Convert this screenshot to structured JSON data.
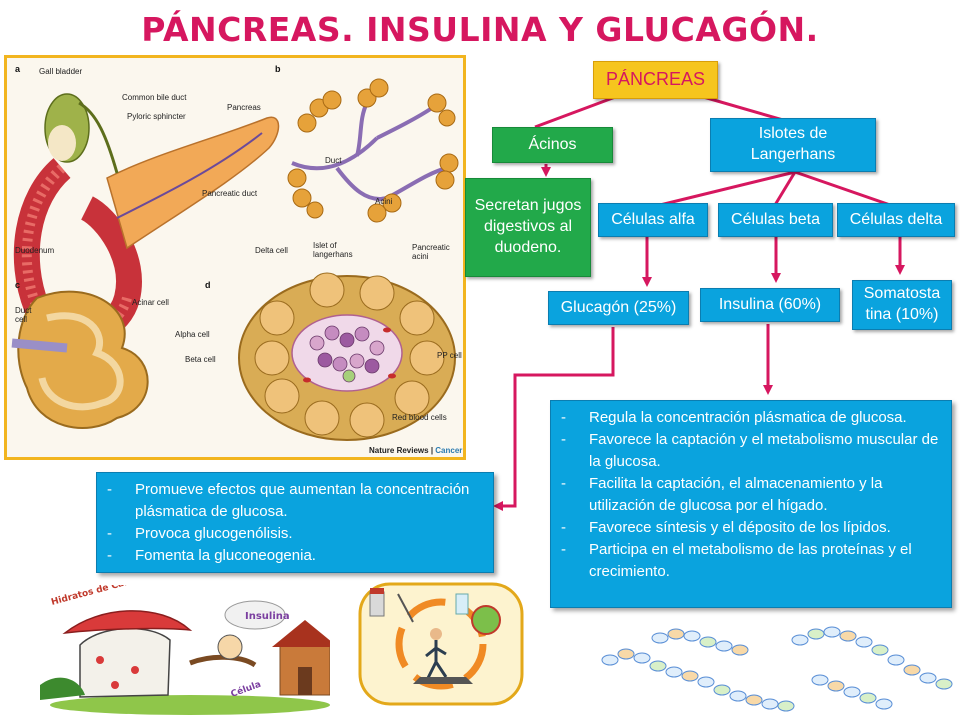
{
  "title": "PÁNCREAS. INSULINA Y GLUCAGÓN.",
  "colors": {
    "title": "#d6175f",
    "box_blue": "#0aa3de",
    "box_green": "#22a94a",
    "box_yellow": "#f6c51e",
    "arrow": "#d6175f"
  },
  "anatomy": {
    "panel_labels": [
      "a",
      "b",
      "c",
      "d"
    ],
    "labels": {
      "gall_bladder": "Gall bladder",
      "common_bile_duct": "Common bile duct",
      "pyloric_sphincter": "Pyloric sphincter",
      "pancreas": "Pancreas",
      "pancreatic_duct": "Pancreatic duct",
      "duodenum": "Duodenum",
      "duct": "Duct",
      "acini": "Acini",
      "duct_cell": "Duct cell",
      "acinar_cell": "Acinar cell",
      "delta_cell": "Delta cell",
      "islet": "Islet of langerhans",
      "pancreatic_acini": "Pancreatic acini",
      "alpha_cell": "Alpha cell",
      "beta_cell": "Beta cell",
      "pp_cell": "PP cell",
      "red_blood_cells": "Red blood cells",
      "credit_a": "Nature Reviews",
      "credit_b": "Cancer"
    }
  },
  "diagram": {
    "pancreas": "PÁNCREAS",
    "acinos": "Ácinos",
    "secretan": "Secretan jugos digestivos al duodeno.",
    "islotes": "Islotes de Langerhans",
    "alfa": "Células alfa",
    "beta": "Células beta",
    "delta": "Células delta",
    "glucagon": "Glucagón (25%)",
    "insulina": "Insulina (60%)",
    "somatostatina": "Somatosta tina (10%)"
  },
  "glucagon_effects": [
    "Promueve efectos que aumentan la concentración plásmatica de glucosa.",
    "Provoca glucogenólisis.",
    "Fomenta la gluconeogenia."
  ],
  "insulin_effects": [
    "Regula la concentración plásmatica de glucosa.",
    "Favorece la captación y el metabolismo muscular de la glucosa.",
    "Facilita la captación, el almacenamiento y la utilización de glucosa por el hígado.",
    "Favorece síntesis y el déposito de los lípidos.",
    "Participa en el metabolismo de las proteínas y el crecimiento."
  ],
  "cartoon": {
    "hidratos": "Hidratos de Carbono",
    "insulina": "Insulina",
    "celula": "Célula"
  }
}
